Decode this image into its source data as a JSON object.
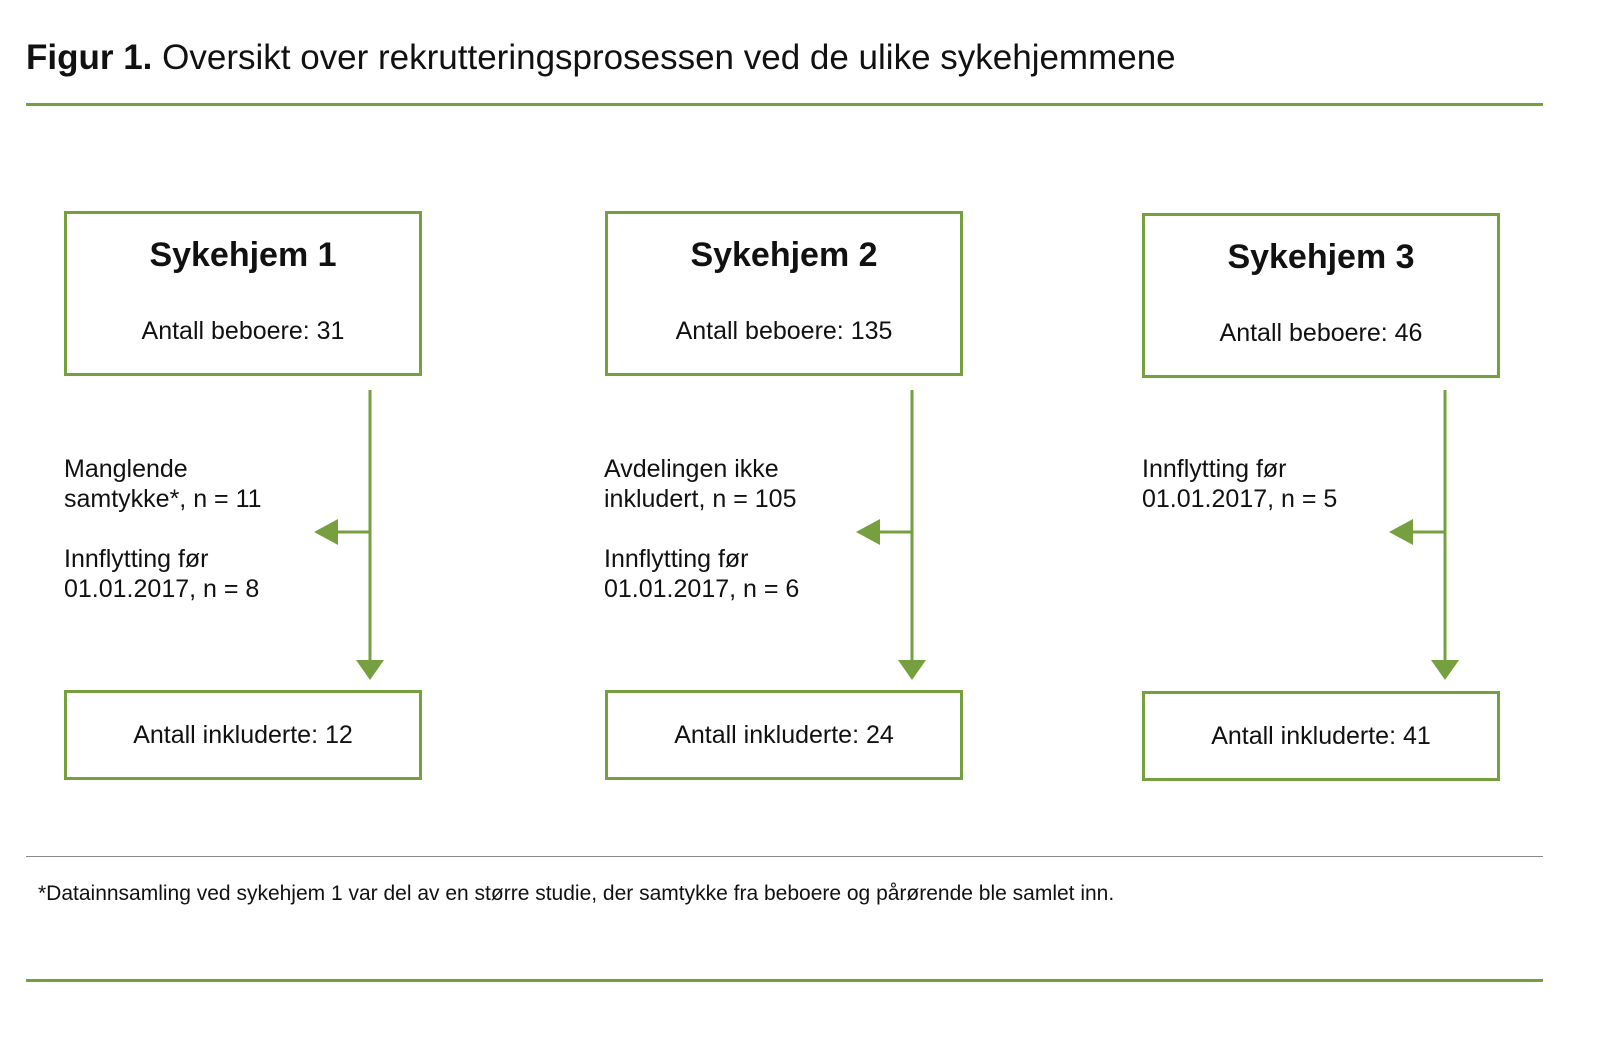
{
  "title": {
    "label": "Figur 1.",
    "text": "Oversikt over rekrutteringsprosessen ved de ulike sykehjemmene"
  },
  "columns": [
    {
      "name": "Sykehjem 1",
      "residents": "Antall beboere: 31",
      "exclusions": [
        [
          "Manglende",
          "samtykke*, n = 11"
        ],
        [
          "Innflytting før",
          "01.01.2017, n = 8"
        ]
      ],
      "included": "Antall inkluderte: 12"
    },
    {
      "name": "Sykehjem 2",
      "residents": "Antall beboere: 135",
      "exclusions": [
        [
          "Avdelingen ikke",
          "inkludert, n = 105"
        ],
        [
          "Innflytting før",
          "01.01.2017, n = 6"
        ]
      ],
      "included": "Antall inkluderte: 24"
    },
    {
      "name": "Sykehjem 3",
      "residents": "Antall beboere: 46",
      "exclusions": [
        [
          "Innflytting før",
          "01.01.2017, n = 5"
        ]
      ],
      "included": "Antall inkluderte: 41"
    }
  ],
  "footnote": "*Datainnsamling ved sykehjem 1 var del av en større studie, der samtykke fra beboere og pårørende ble samlet inn.",
  "colors": {
    "accent": "#76a03f"
  }
}
